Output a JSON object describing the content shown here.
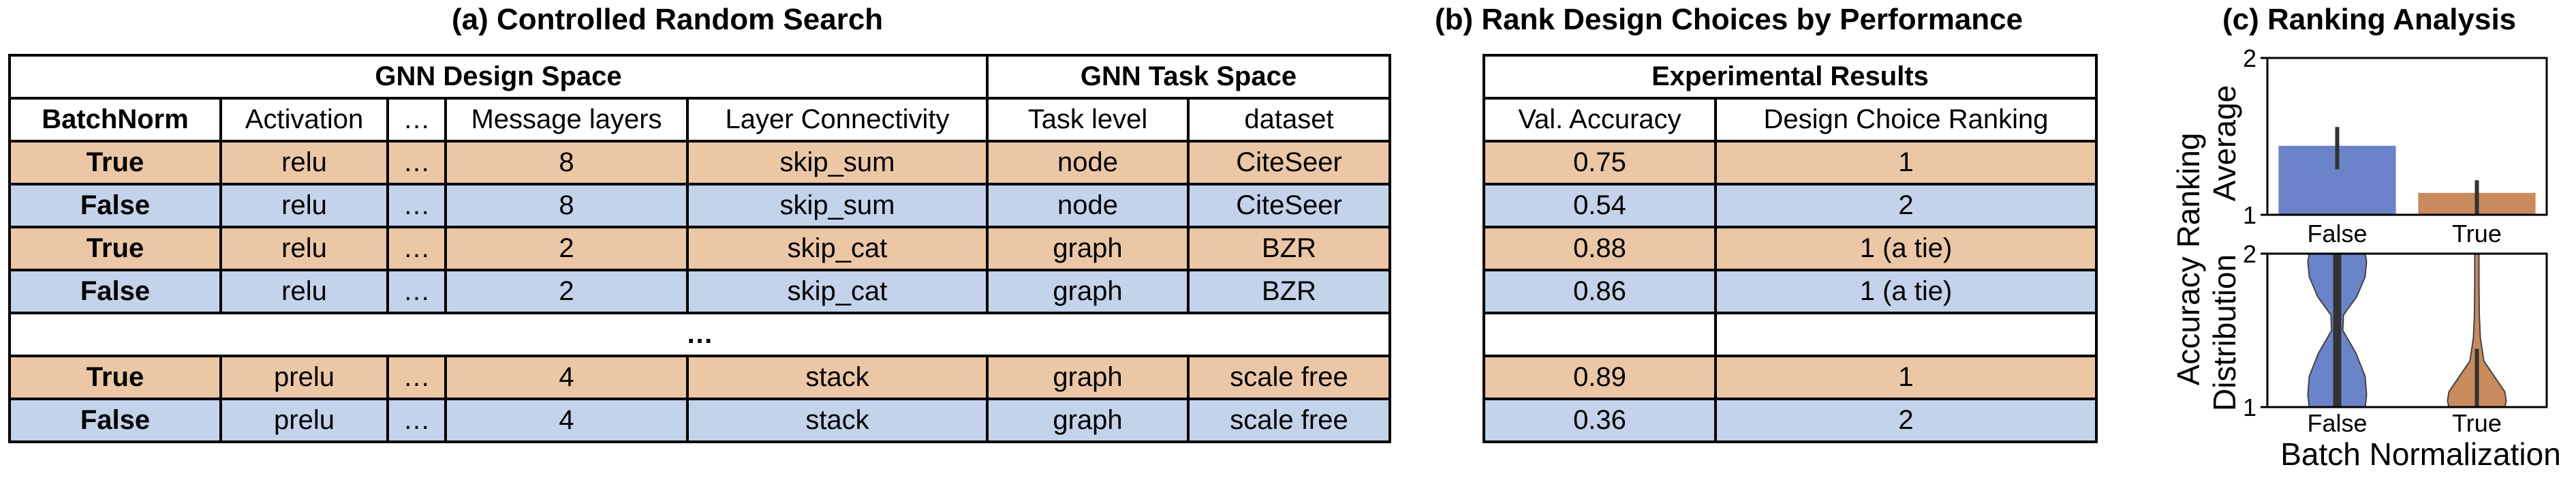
{
  "titles": {
    "a": "(a) Controlled Random Search",
    "b": "(b) Rank Design Choices by Performance",
    "c": "(c) Ranking Analysis"
  },
  "table_a": {
    "group_headers": [
      "GNN Design Space",
      "GNN Task Space"
    ],
    "columns": [
      "BatchNorm",
      "Activation",
      "…",
      "Message layers",
      "Layer Connectivity",
      "Task level",
      "dataset"
    ],
    "ellipsis_row": "…",
    "rows": [
      {
        "batchnorm": "True",
        "activation": "relu",
        "dots": "…",
        "layers": "8",
        "connectivity": "skip_sum",
        "task": "node",
        "dataset": "CiteSeer"
      },
      {
        "batchnorm": "False",
        "activation": "relu",
        "dots": "…",
        "layers": "8",
        "connectivity": "skip_sum",
        "task": "node",
        "dataset": "CiteSeer"
      },
      {
        "batchnorm": "True",
        "activation": "relu",
        "dots": "…",
        "layers": "2",
        "connectivity": "skip_cat",
        "task": "graph",
        "dataset": "BZR"
      },
      {
        "batchnorm": "False",
        "activation": "relu",
        "dots": "…",
        "layers": "2",
        "connectivity": "skip_cat",
        "task": "graph",
        "dataset": "BZR"
      },
      {
        "batchnorm": "True",
        "activation": "prelu",
        "dots": "…",
        "layers": "4",
        "connectivity": "stack",
        "task": "graph",
        "dataset": "scale free"
      },
      {
        "batchnorm": "False",
        "activation": "prelu",
        "dots": "…",
        "layers": "4",
        "connectivity": "stack",
        "task": "graph",
        "dataset": "scale free"
      }
    ]
  },
  "table_b": {
    "group_header": "Experimental Results",
    "columns": [
      "Val. Accuracy",
      "Design Choice Ranking"
    ],
    "rows": [
      {
        "acc": "0.75",
        "rank": "1"
      },
      {
        "acc": "0.54",
        "rank": "2"
      },
      {
        "acc": "0.88",
        "rank": "1 (a tie)"
      },
      {
        "acc": "0.86",
        "rank": "1 (a tie)"
      },
      {
        "acc": "0.89",
        "rank": "1"
      },
      {
        "acc": "0.36",
        "rank": "2"
      }
    ]
  },
  "colors": {
    "true_row": "#ecc7a6",
    "false_row": "#c2d3ea",
    "bar_false": "#6b83c8",
    "bar_true": "#c98a5e"
  },
  "chart_data": [
    {
      "type": "bar",
      "categories": [
        "False",
        "True"
      ],
      "values": [
        1.44,
        1.14
      ],
      "error": [
        [
          1.29,
          1.56
        ],
        [
          1.0,
          1.22
        ]
      ],
      "ylim": [
        1,
        2
      ],
      "yticks": [
        "1",
        "2"
      ],
      "ylabel": "Average",
      "shared_ylabel": "Accuracy Ranking"
    },
    {
      "type": "violin",
      "categories": [
        "False",
        "True"
      ],
      "ylim": [
        1,
        2
      ],
      "yticks": [
        "1",
        "2"
      ],
      "ylabel": "Distribution",
      "xlabel": "Batch Normalization"
    }
  ]
}
